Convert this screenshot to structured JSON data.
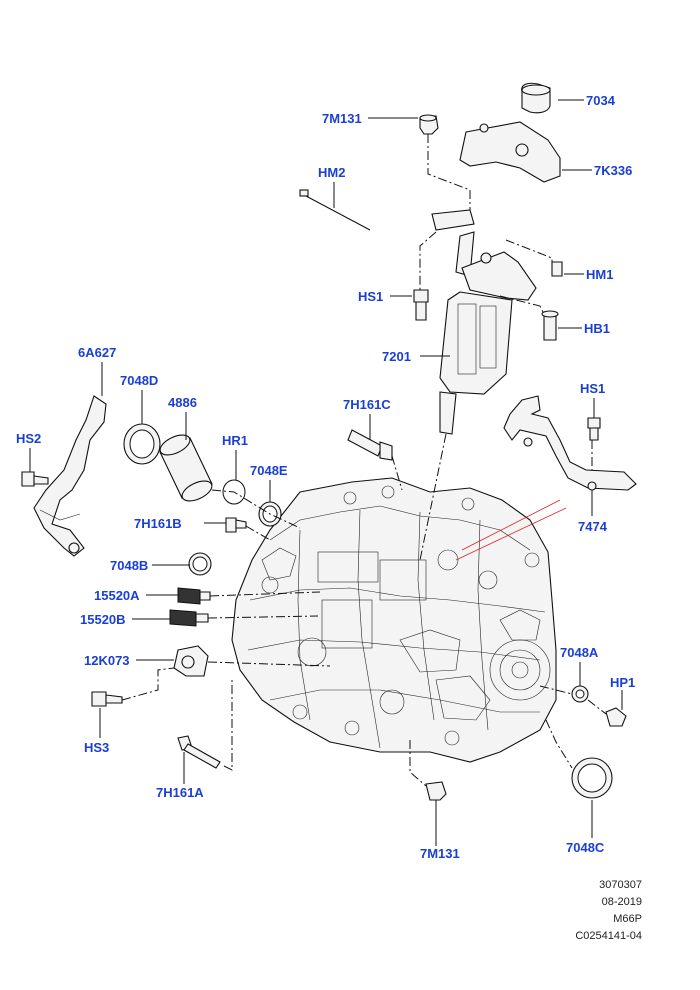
{
  "diagram": {
    "callouts": {
      "c7034": "7034",
      "c7M131_top": "7M131",
      "c7K336": "7K336",
      "cHM2": "HM2",
      "cHM1": "HM1",
      "cHS1_top": "HS1",
      "cHB1": "HB1",
      "c7201": "7201",
      "c6A627": "6A627",
      "c7048D": "7048D",
      "c4886": "4886",
      "c7H161C": "7H161C",
      "cHS1_right": "HS1",
      "cHS2": "HS2",
      "cHR1": "HR1",
      "c7048E": "7048E",
      "c7H161B": "7H161B",
      "c7474": "7474",
      "c7048B": "7048B",
      "c15520A": "15520A",
      "c15520B": "15520B",
      "c12K073": "12K073",
      "c7048A": "7048A",
      "cHP1": "HP1",
      "cHS3": "HS3",
      "c7H161A": "7H161A",
      "c7M131_bottom": "7M131",
      "c7048C": "7048C"
    }
  },
  "footer": {
    "code": "3070307",
    "date": "08-2019",
    "model": "M66P",
    "ref": "C0254141-04"
  }
}
